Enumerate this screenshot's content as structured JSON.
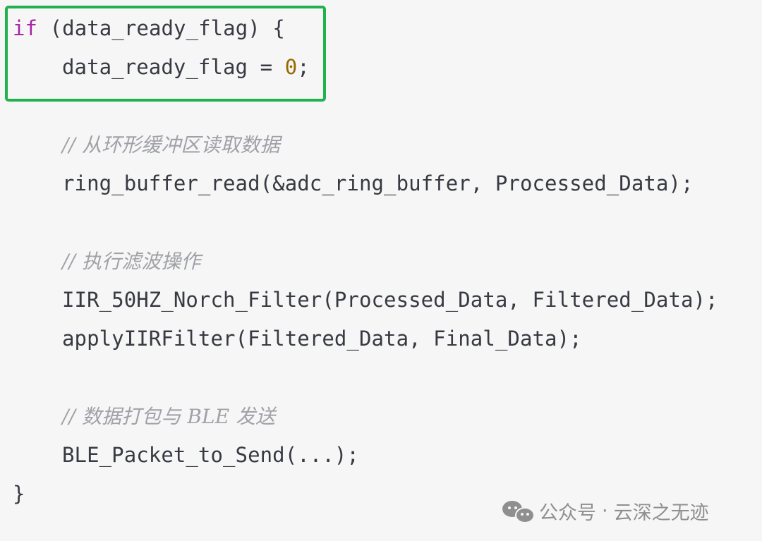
{
  "code": {
    "line_if": {
      "keyword": "if",
      "text": " (data_ready_flag) {"
    },
    "line_reset": {
      "text": "data_ready_flag = ",
      "number": "0",
      "suffix": ";"
    },
    "comment_read": "// 从环形缓冲区读取数据",
    "line_read": "ring_buffer_read(&adc_ring_buffer, Processed_Data);",
    "comment_filter": "// 执行滤波操作",
    "line_filter1": "IIR_50HZ_Norch_Filter(Processed_Data, Filtered_Data);",
    "line_filter2": "applyIIRFilter(Filtered_Data, Final_Data);",
    "comment_ble": "// 数据打包与 BLE 发送",
    "line_ble": "BLE_Packet_to_Send(...);",
    "closing_brace": "}"
  },
  "watermark": {
    "account": "公众号",
    "separator": "·",
    "name": "云深之无迹",
    "icon": "wechat-icon"
  },
  "colors": {
    "background": "#f6f6f6",
    "highlight_border": "#21b14d",
    "keyword": "#a626a4",
    "number": "#986801",
    "comment": "#a0a1a7",
    "text": "#383a42"
  }
}
